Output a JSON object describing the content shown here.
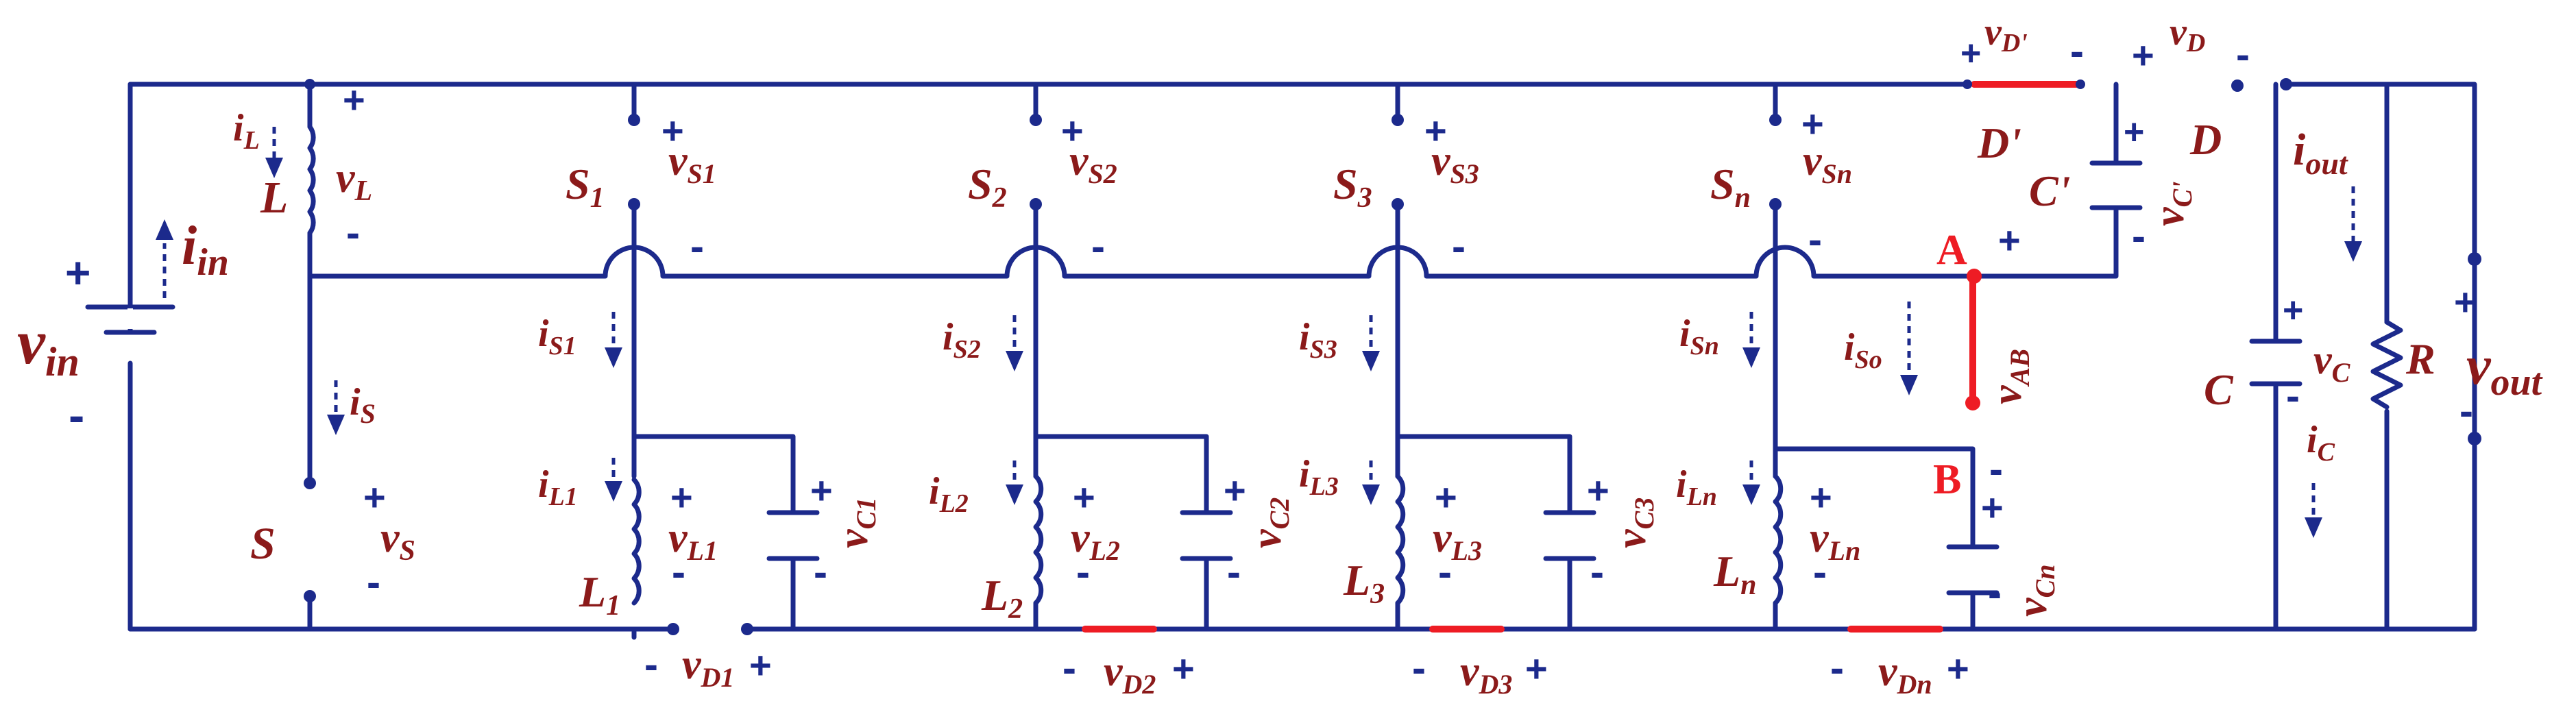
{
  "source": {
    "label": "v",
    "sub": "in",
    "plus": "+",
    "minus": "-"
  },
  "input_current": {
    "label": "i",
    "sub": "in"
  },
  "main_inductor": {
    "name": "L",
    "current": "i",
    "current_sub": "L",
    "voltage": "v",
    "voltage_sub": "L"
  },
  "main_switch": {
    "name": "S",
    "current": "i",
    "current_sub": "S",
    "voltage": "v",
    "voltage_sub": "S"
  },
  "stages": [
    {
      "switch": "S",
      "sw_sub": "1",
      "vs_sub": "S1",
      "is_sub": "S1",
      "inductor": "L",
      "ind_sub": "1",
      "il_sub": "L1",
      "vl_sub": "L1",
      "vc_sub": "C1",
      "vd_sub": "D1"
    },
    {
      "switch": "S",
      "sw_sub": "2",
      "vs_sub": "S2",
      "is_sub": "S2",
      "inductor": "L",
      "ind_sub": "2",
      "il_sub": "L2",
      "vl_sub": "L2",
      "vc_sub": "C2",
      "vd_sub": "D2"
    },
    {
      "switch": "S",
      "sw_sub": "3",
      "vs_sub": "S3",
      "is_sub": "S3",
      "inductor": "L",
      "ind_sub": "3",
      "il_sub": "L3",
      "vl_sub": "L3",
      "vc_sub": "C3",
      "vd_sub": "D3"
    },
    {
      "switch": "S",
      "sw_sub": "n",
      "vs_sub": "Sn",
      "is_sub": "Sn",
      "inductor": "L",
      "ind_sub": "n",
      "il_sub": "Ln",
      "vl_sub": "Ln",
      "vc_sub": "Cn",
      "vd_sub": "Dn"
    }
  ],
  "nodes": {
    "a": "A",
    "b": "B"
  },
  "vab": {
    "label": "v",
    "sub": "AB"
  },
  "iso": {
    "label": "i",
    "sub": "So"
  },
  "diode_prime": {
    "name": "D'",
    "voltage": "v",
    "voltage_sub": "D'"
  },
  "diode_out": {
    "name": "D",
    "voltage": "v",
    "voltage_sub": "D"
  },
  "cap_prime": {
    "name": "C'",
    "voltage": "v",
    "voltage_sub": "C'"
  },
  "out_cap": {
    "name": "C",
    "voltage": "v",
    "voltage_sub": "C",
    "current": "i",
    "current_sub": "C"
  },
  "load": {
    "name": "R"
  },
  "output": {
    "current": "i",
    "current_sub": "out",
    "voltage": "v",
    "voltage_sub": "out"
  },
  "colors": {
    "wire": "#1c2a8c",
    "label": "#8b1a1a",
    "highlight": "#ee1c24"
  }
}
